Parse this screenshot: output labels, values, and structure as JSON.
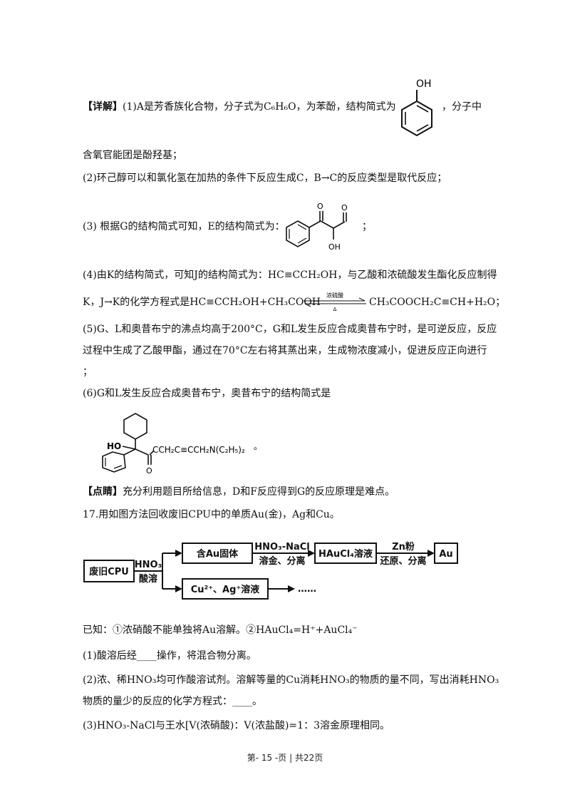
{
  "detail": {
    "label": "【详解】",
    "p1_text": "(1)A是芳香族化合物，分子式为C₆H₆O，为苯酚，结构简式为",
    "p1_tail": "，分子中",
    "phenol_oh": "OH",
    "p1_line2": "含氧官能团是酚羟基；",
    "p2": "(2)环己醇可以和氯化氢在加热的条件下反应生成C，B→C的反应类型是取代反应；",
    "p3_text": "(3) 根据G的结构简式可知，E的结构简式为：",
    "p3_tail": "；",
    "struct_e": {
      "o_label": "O",
      "oh_label": "OH"
    },
    "p4_line1": "(4)由K的结构简式，可知J的结构简式为：HC≡CCH₂OH，与乙酸和浓硫酸发生酯化反应制得",
    "p4_line2_left": "K，J→K的化学方程式是HC≡CCH₂OH+CH₃COOH",
    "p4_catalyst": "浓硫酸",
    "p4_heat": "Δ",
    "p4_line2_right": "CH₃COOCH₂C≡CH+H₂O；",
    "p5_line1": "(5)G、L和奥昔布宁的沸点均高于200°C，G和L发生反应合成奥昔布宁时，是可逆反应，反应",
    "p5_line2": "过程中生成了乙酸甲酯，通过在70°C左右将其蒸出来，生成物浓度减小，促进反应正向进行",
    "p5_line3": "；",
    "p6": "(6)G和L发生反应合成奥昔布宁，奥昔布宁的结构简式是",
    "struct_oxy": {
      "ho_label": "HO",
      "o_label": "O",
      "chain": "CCH₂C≡CCH₂N(C₂H₅)₂",
      "end": "。"
    }
  },
  "comment": {
    "label": "【点睛】",
    "text": "充分利用题目所给信息，D和F反应得到G的反应原理是难点。"
  },
  "q17": {
    "number": "17.",
    "stem": "用如图方法回收废旧CPU中的单质Au(金)，Ag和Cu。",
    "flow": {
      "start": "废旧CPU",
      "step1_top": "HNO₃",
      "step1_bottom": "酸溶",
      "box_solid": "含Au固体",
      "step2_top": "HNO₃-NaCl",
      "step2_bottom": "溶金、分离",
      "box_haucl4": "HAuCl₄溶液",
      "step3_top": "Zn粉",
      "step3_bottom": "还原、分离",
      "box_au": "Au",
      "box_solution": "Cu²⁺、Ag⁺溶液",
      "ellipsis": "……"
    },
    "known": "已知：①浓硝酸不能单独将Au溶解。②HAuCl₄=H⁺+AuCl₄⁻",
    "sub1": "(1)酸溶后经____操作，将混合物分离。",
    "sub2_line1": "(2)浓、稀HNO₃均可作酸溶试剂。溶解等量的Cu消耗HNO₃的物质的量不同，写出消耗HNO₃",
    "sub2_line2": "物质的量少的反应的化学方程式：____。",
    "sub3": "(3)HNO₃-NaCl与王水[V(浓硝酸)：V(浓盐酸)=1：3溶金原理相同。"
  },
  "footer": "第- 15 -页 | 共22页"
}
